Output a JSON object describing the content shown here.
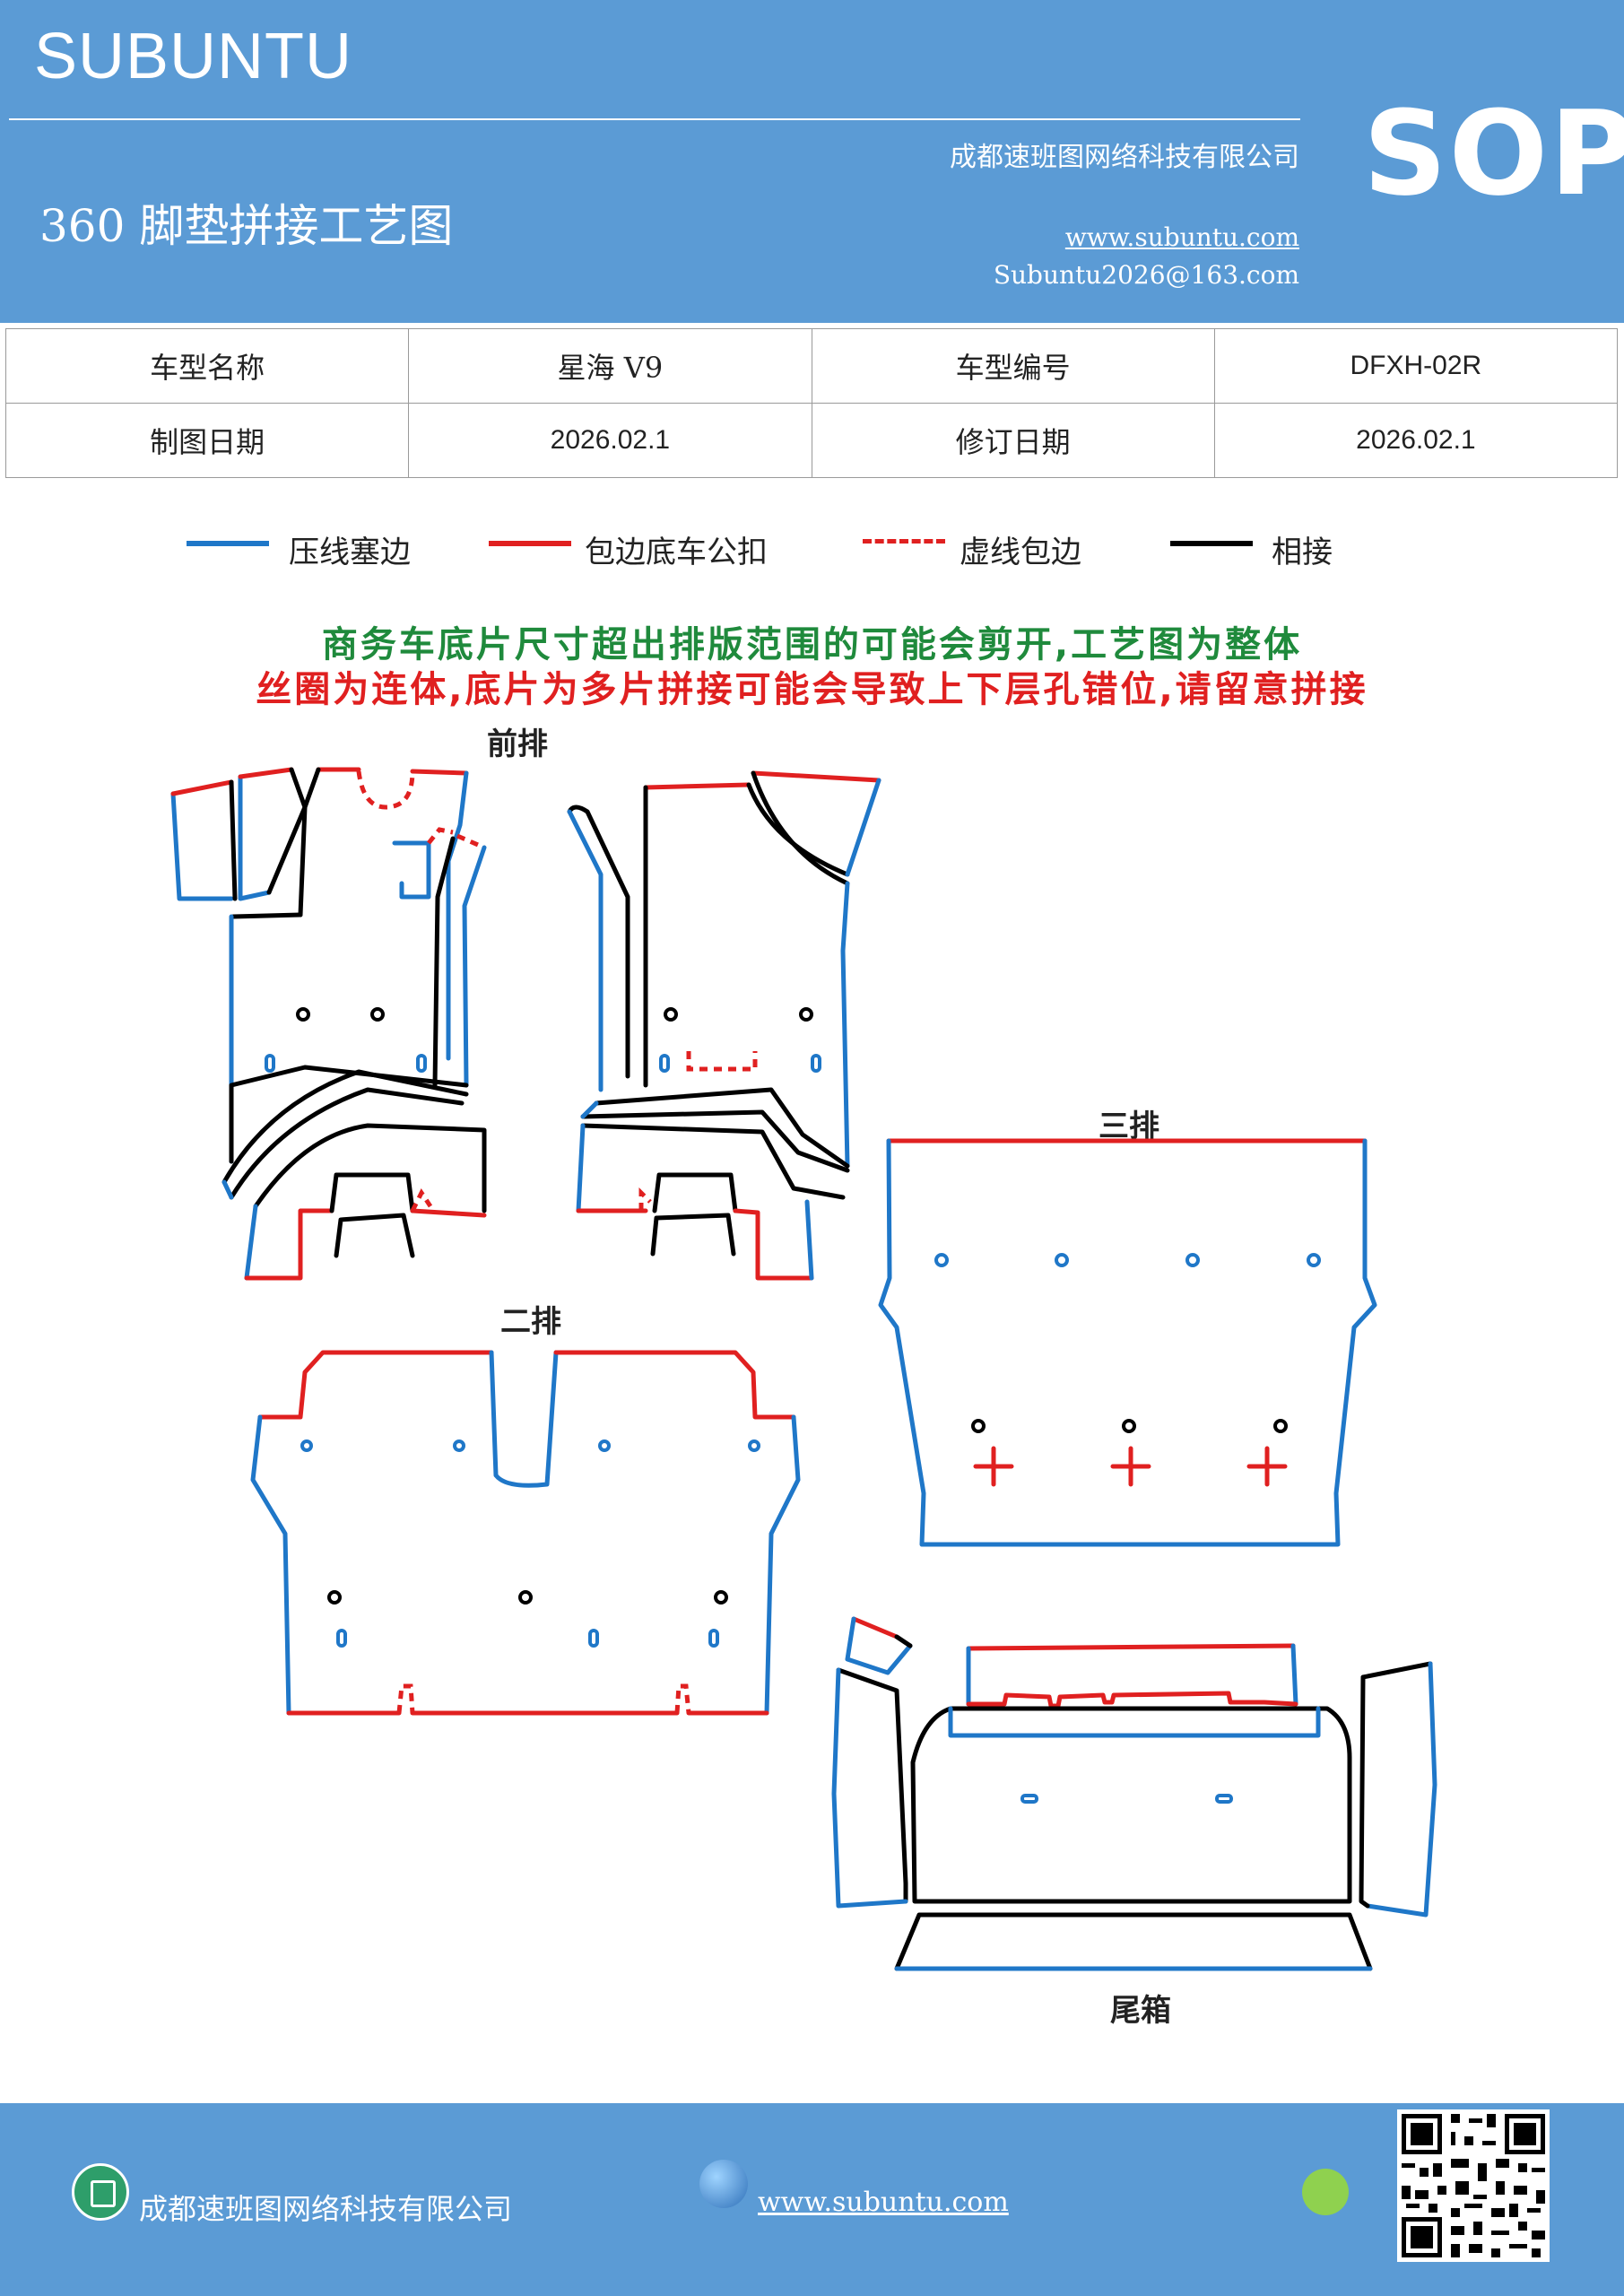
{
  "header": {
    "brand": "SUBUNTU",
    "company": "成都速班图网络科技有限公司",
    "title": "360 脚垫拼接工艺图",
    "website": "www.subuntu.com",
    "email": "Subuntu2026@163.com",
    "badge": "SOP"
  },
  "info": {
    "model_name_label": "车型名称",
    "model_name": "星海 V9",
    "model_code_label": "车型编号",
    "model_code": "DFXH-02R",
    "draw_date_label": "制图日期",
    "draw_date": "2026.02.1",
    "revise_date_label": "修订日期",
    "revise_date": "2026.02.1"
  },
  "legend": [
    {
      "label": "压线塞边",
      "color": "#1f77c8",
      "style": "solid"
    },
    {
      "label": "包边底车公扣",
      "color": "#e02020",
      "style": "solid"
    },
    {
      "label": "虚线包边",
      "color": "#e02020",
      "style": "dashed"
    },
    {
      "label": "相接",
      "color": "#000000",
      "style": "solid"
    }
  ],
  "notice": {
    "line1": "商务车底片尺寸超出排版范围的可能会剪开,工艺图为整体",
    "line1_color": "#1f8a3c",
    "line2": "丝圈为连体,底片为多片拼接可能会导致上下层孔错位,请留意拼接",
    "line2_color": "#e02020"
  },
  "sections": {
    "front": "前排",
    "second": "二排",
    "third": "三排",
    "trunk": "尾箱"
  },
  "footer": {
    "company": "成都速班图网络科技有限公司",
    "website": "www.subuntu.com"
  },
  "colors": {
    "header_bg": "#5b9bd5",
    "blue_line": "#1f77c8",
    "red_line": "#e02020",
    "black_line": "#000000"
  }
}
